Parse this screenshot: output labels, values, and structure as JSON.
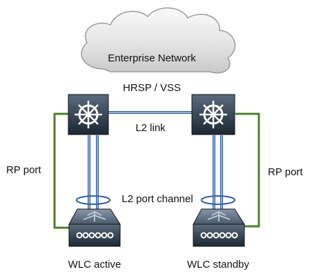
{
  "diagram": {
    "cloud_label": "Enterprise Network",
    "redundancy_label": "HRSP / VSS",
    "l2_link_label": "L2 link",
    "rp_port_left_label": "RP port",
    "rp_port_right_label": "RP port",
    "port_channel_label": "L2 port channel",
    "wlc_active_label": "WLC active",
    "wlc_standby_label": "WLC standby",
    "colors": {
      "l2_link": "#2f5da8",
      "rp_port_link": "#4d7f2e",
      "device_dark": "#1c2733",
      "device_light": "#4a5a6c",
      "cloud_fill": "#e6e6e6",
      "cloud_stroke": "#9a9a9a"
    },
    "icons": {
      "switch": "multilayer-switch-icon",
      "wlc": "wireless-lan-controller-icon",
      "cloud": "cloud-icon"
    }
  }
}
